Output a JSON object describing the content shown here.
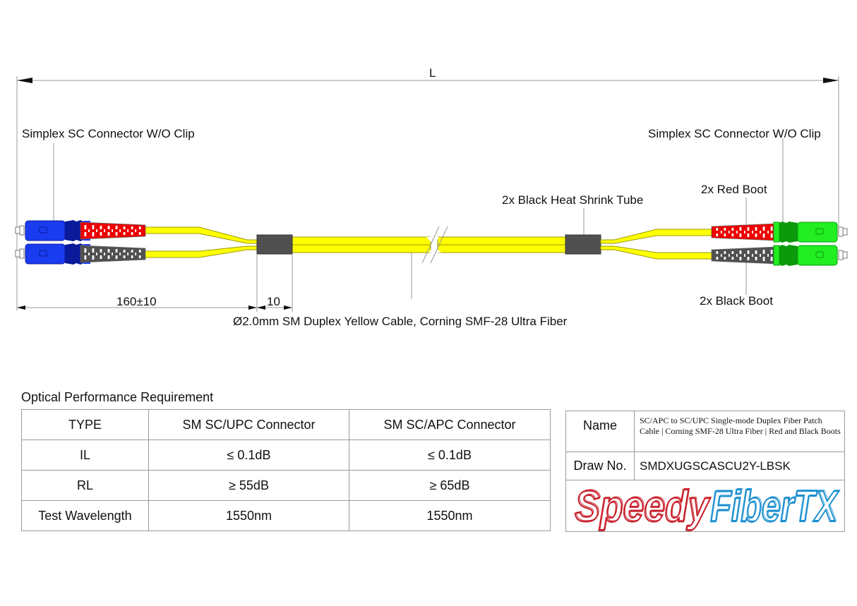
{
  "drawing": {
    "overall_length_label": "L",
    "left_connector_label": "Simplex SC Connector W/O Clip",
    "right_connector_label": "Simplex SC Connector W/O Clip",
    "heat_shrink_label": "2x Black Heat Shrink Tube",
    "red_boot_label": "2x Red Boot",
    "black_boot_label": "2x Black Boot",
    "breakout_length_label": "160±10",
    "heat_shrink_length_label": "10",
    "cable_label": "Ø2.0mm SM Duplex Yellow Cable, Corning SMF-28 Ultra Fiber",
    "colors": {
      "cable": "#ffff00",
      "cable_edge": "#9a9a00",
      "upc_connector": "#1a3cf0",
      "upc_connector_dark": "#0a1a9a",
      "apc_connector": "#22ee22",
      "apc_connector_dark": "#0a9a0a",
      "red_boot": "#ee0000",
      "black_boot": "#505050",
      "heat_shrink": "#505050",
      "dimension_line": "#9a9a9a"
    }
  },
  "performance": {
    "title": "Optical Performance Requirement",
    "headers": [
      "TYPE",
      "SM SC/UPC Connector",
      "SM SC/APC Connector"
    ],
    "rows": [
      [
        "IL",
        "≤ 0.1dB",
        "≤ 0.1dB"
      ],
      [
        "RL",
        "≥ 55dB",
        "≥ 65dB"
      ],
      [
        "Test Wavelength",
        "1550nm",
        "1550nm"
      ]
    ]
  },
  "info": {
    "name_label": "Name",
    "name_value": "SC/APC to SC/UPC Single-mode Duplex Fiber Patch Cable | Corning SMF-28 Ultra Fiber | Red and Black Boots",
    "draw_no_label": "Draw No.",
    "draw_no_value": "SMDXUGSCASCU2Y-LBSK",
    "logo_part1": "Speedy",
    "logo_part2": "FiberTX",
    "logo_color1": "#c8202a",
    "logo_color2": "#1a8fd0"
  }
}
